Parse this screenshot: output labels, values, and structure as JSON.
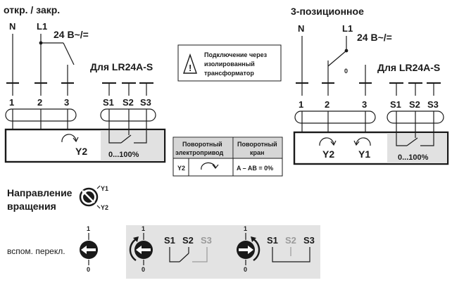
{
  "left": {
    "title": "откр. / закр.",
    "terminals": [
      "N",
      "L1"
    ],
    "voltage": "24 В~/=",
    "model": "Для LR24A-S",
    "numbers": [
      "1",
      "2",
      "3"
    ],
    "aux_numbers": [
      "S1",
      "S2",
      "S3"
    ],
    "y_label": "Y2",
    "range": "0...100%"
  },
  "right": {
    "title": "3-позиционное",
    "terminals": [
      "N",
      "L1"
    ],
    "voltage": "24 В~/=",
    "model": "Для LR24A-S",
    "zero": "0",
    "numbers": [
      "1",
      "2",
      "3"
    ],
    "aux_numbers": [
      "S1",
      "S2",
      "S3"
    ],
    "y_labels": [
      "Y2",
      "Y1"
    ],
    "range": "0...100%"
  },
  "warning": {
    "lines": [
      "Подключение через",
      "изолированный",
      "трансформатор"
    ]
  },
  "table": {
    "headers": [
      [
        "Поворотный",
        "электропривод"
      ],
      [
        "Поворотный",
        "кран"
      ]
    ],
    "row_label": "Y2",
    "row_value": "A – AB = 0%"
  },
  "direction": {
    "lines": [
      "Направление",
      "вращения"
    ],
    "y1": "Y1",
    "y2": "Y2"
  },
  "aux_switch": {
    "label": "вспом. перекл.",
    "pos_top": "1",
    "pos_bottom": "0"
  },
  "switch_a": {
    "pos_top": "1",
    "pos_bottom": "0",
    "labels": [
      "S1",
      "S2",
      "S3"
    ]
  },
  "switch_b": {
    "pos_top": "1",
    "pos_bottom": "0",
    "labels": [
      "S1",
      "S2",
      "S3"
    ]
  }
}
